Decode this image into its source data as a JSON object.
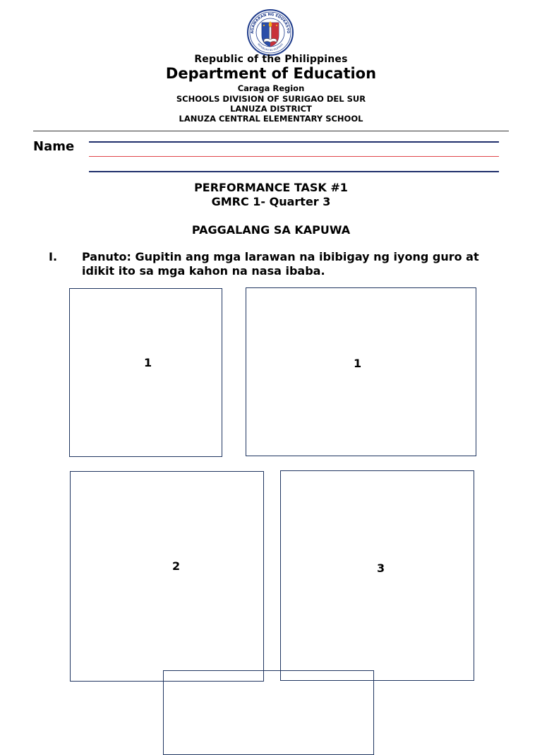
{
  "header": {
    "seal_text_top": "KAGAWARAN NG EDUKASYON",
    "seal_text_bottom": "REPUBLIKA NG PILIPINAS",
    "republic": "Republic of the Philippines",
    "department": "Department of Education",
    "region": "Caraga Region",
    "division": "SCHOOLS DIVISION OF SURIGAO DEL SUR",
    "district": "LANUZA DISTRICT",
    "school": "LANUZA CENTRAL ELEMENTARY SCHOOL"
  },
  "name_field": {
    "label": "Name"
  },
  "task": {
    "title": "PERFORMANCE TASK #1",
    "subject": "GMRC 1- Quarter 3",
    "topic": "PAGGALANG SA KAPUWA"
  },
  "instruction": {
    "number": "I.",
    "text": "Panuto: Gupitin ang mga larawan na ibibigay ng iyong guro at idikit ito sa mga kahon na nasa ibaba."
  },
  "boxes": [
    {
      "label": "1"
    },
    {
      "label": "1"
    },
    {
      "label": "2"
    },
    {
      "label": "3"
    },
    {
      "label": ""
    }
  ],
  "colors": {
    "box_border": "#1f3560",
    "line_blue": "#1f2f6b",
    "line_red": "#e0454a"
  }
}
